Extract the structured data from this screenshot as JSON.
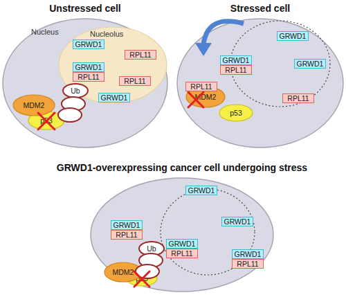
{
  "diagram": {
    "nodes": [
      {
        "text": [
          "Unstressed cell",
          "Nucleus"
        ]
      },
      {
        "text": [
          "Nucleolus"
        ],
        "in": 0
      },
      {
        "text": [
          "GRWD1"
        ],
        "in": 1
      },
      {
        "text": [
          "RPL11"
        ],
        "in": 1
      },
      {
        "text": [
          "GRWD1"
        ],
        "in": 1
      },
      {
        "text": [
          "RPL11"
        ],
        "in": 1
      },
      {
        "text": [
          "RPL11"
        ],
        "in": 1
      },
      {
        "text": [
          "GRWD1"
        ],
        "in": 1
      },
      {
        "text": [
          "MDM2"
        ],
        "in": 0
      },
      {
        "text": [
          "p53"
        ],
        "in": 0
      },
      {
        "text": [
          "Ub"
        ],
        "in": 0
      },
      {
        "text": [
          "Stressed cell"
        ]
      },
      {
        "text": [
          "GRWD1"
        ],
        "in": 11
      },
      {
        "text": [
          "GRWD1"
        ],
        "in": 11
      },
      {
        "text": [
          "RPL11"
        ],
        "in": 11
      },
      {
        "text": [
          "GRWD1"
        ],
        "in": 11
      },
      {
        "text": [
          "RPL11"
        ],
        "in": 11
      },
      {
        "text": [
          "MDM2"
        ],
        "in": 11
      },
      {
        "text": [
          "p53"
        ],
        "in": 11
      },
      {
        "text": [
          "RPL11"
        ],
        "in": 11
      },
      {
        "text": [
          "GRWD1-overexpressing cancer cell undergoing stress"
        ]
      },
      {
        "text": [
          "GRWD1"
        ],
        "in": 20
      },
      {
        "text": [
          "GRWD1"
        ],
        "in": 20
      },
      {
        "text": [
          "RPL11"
        ],
        "in": 20
      },
      {
        "text": [
          "GRWD1"
        ],
        "in": 20
      },
      {
        "text": [
          "GRWD1"
        ],
        "in": 20
      },
      {
        "text": [
          "RPL11"
        ],
        "in": 20
      },
      {
        "text": [
          "GRWD1"
        ],
        "in": 20
      },
      {
        "text": [
          "RPL11"
        ],
        "in": 20
      },
      {
        "text": [
          "MDM2"
        ],
        "in": 20
      },
      {
        "text": [
          "Ub"
        ],
        "in": 20
      },
      {
        "text": [
          "p53"
        ],
        "in": 20
      }
    ]
  }
}
